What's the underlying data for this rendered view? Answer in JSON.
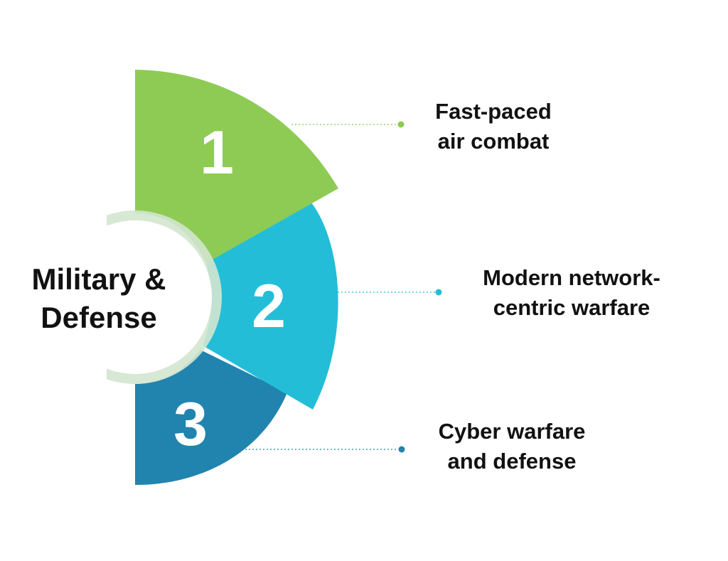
{
  "center": {
    "line1": "Military &",
    "line2": "Defense"
  },
  "items": [
    {
      "number": "1",
      "line1": "Fast-paced",
      "line2": "air combat",
      "color": "#8ECB55"
    },
    {
      "number": "2",
      "line1": "Modern network-",
      "line2": "centric warfare",
      "color": "#24BDD8"
    },
    {
      "number": "3",
      "line1": "Cyber warfare",
      "line2": "and defense",
      "color": "#2184AE"
    }
  ],
  "colors": {
    "ring": "#D3E6CF",
    "dot_line_1": "#8ECB55",
    "dot_line_2": "#24BDD8",
    "dot_line_3": "#2184AE"
  }
}
